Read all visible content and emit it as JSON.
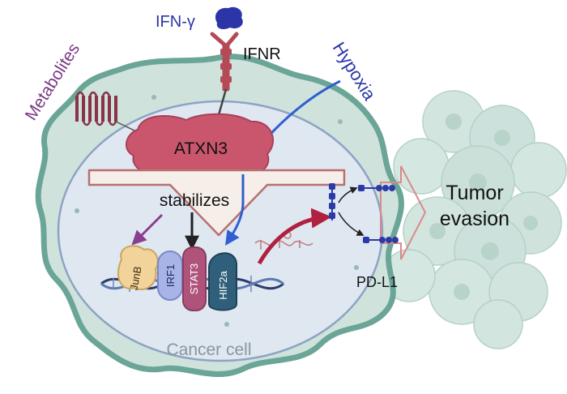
{
  "labels": {
    "ifn": "IFN-γ",
    "ifnr": "IFNR",
    "hypoxia": "Hypoxia",
    "metabolites": "Metabolites",
    "atxn3": "ATXN3",
    "stabilizes": "stabilizes",
    "junb": "JunB",
    "irf1": "IRF1",
    "stat3": "STAT3",
    "hif2a": "HIF2a",
    "pdl1": "PD-L1",
    "tumor_line1": "Tumor",
    "tumor_line2": "evasion",
    "cancer_cell": "Cancer cell"
  },
  "colors": {
    "cell_fill": "#cfe3dc",
    "cell_border": "#6aa597",
    "nucleus_fill": "#dfe7f1",
    "nucleus_border": "#8ea3c4",
    "atxn3": "#c9566c",
    "receptor": "#b54a57",
    "ifn": "#2b35a8",
    "hypoxia": "#2b35a8",
    "metabolites": "#7b3a83",
    "junb": "#f2d49a",
    "irf1": "#a9b4e6",
    "stat3": "#b0537a",
    "hif2a": "#2f5f7a",
    "pdl1": "#2c3aa8",
    "tumor_cluster": "#a8cbc0"
  }
}
